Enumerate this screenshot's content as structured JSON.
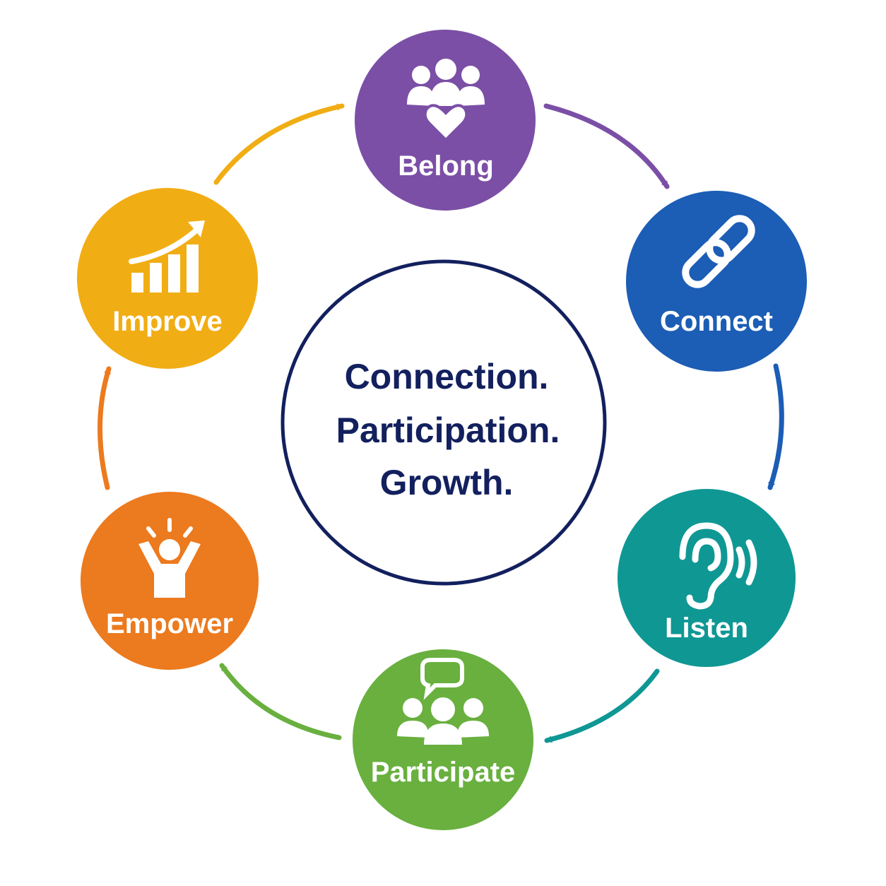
{
  "center": {
    "lines": [
      "Connection.",
      "Participation.",
      "Growth."
    ],
    "text_color": "#13205e",
    "ring_color": "#13205e"
  },
  "nodes": [
    {
      "label": "Belong",
      "color": "#7b4fa6",
      "icon": "people-heart-icon"
    },
    {
      "label": "Connect",
      "color": "#1c5db5",
      "icon": "chain-link-icon"
    },
    {
      "label": "Listen",
      "color": "#0f9794",
      "icon": "ear-sound-icon"
    },
    {
      "label": "Participate",
      "color": "#69b03f",
      "icon": "group-speech-bubble-icon"
    },
    {
      "label": "Empower",
      "color": "#ec7a1e",
      "icon": "raised-arms-person-icon"
    },
    {
      "label": "Improve",
      "color": "#f1ad14",
      "icon": "bar-chart-growth-icon"
    }
  ],
  "arrows": [
    {
      "from": "Belong",
      "to": "Connect",
      "color": "#7b4fa6"
    },
    {
      "from": "Connect",
      "to": "Listen",
      "color": "#1c5db5"
    },
    {
      "from": "Listen",
      "to": "Participate",
      "color": "#0f9794"
    },
    {
      "from": "Participate",
      "to": "Empower",
      "color": "#69b03f"
    },
    {
      "from": "Empower",
      "to": "Improve",
      "color": "#ec7a1e"
    },
    {
      "from": "Improve",
      "to": "Belong",
      "color": "#f1ad14"
    }
  ]
}
